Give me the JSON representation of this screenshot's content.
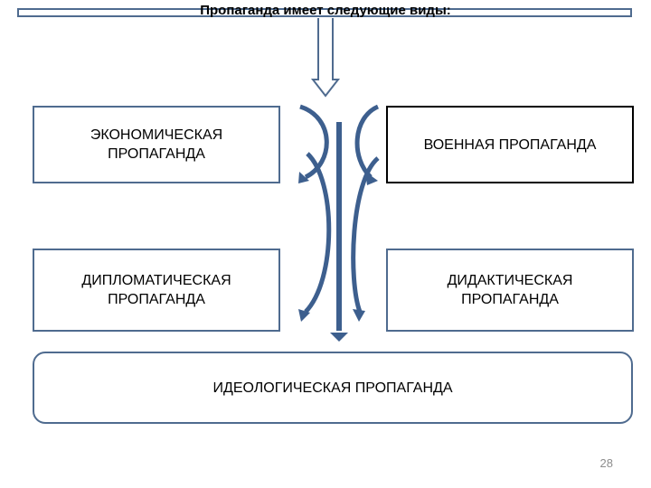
{
  "header": {
    "title": "Пропаганда имеет следующие виды:"
  },
  "boxes": {
    "economic": {
      "line1": "ЭКОНОМИЧЕСКАЯ",
      "line2": "ПРОПАГАНДА"
    },
    "military": {
      "line1": "ВОЕННАЯ ПРОПАГАНДА"
    },
    "diplomatic": {
      "line1": "ДИПЛОМАТИЧЕСКАЯ",
      "line2": "ПРОПАГАНДА"
    },
    "didactic": {
      "line1": "ДИДАКТИЧЕСКАЯ",
      "line2": "ПРОПАГАНДА"
    },
    "ideological": {
      "line1": "ИДЕОЛОГИЧЕСКАЯ ПРОПАГАНДА"
    }
  },
  "footer": {
    "page_number": "28"
  },
  "colors": {
    "border": "#4f6b8f",
    "arrow": "#3d5f8e"
  }
}
